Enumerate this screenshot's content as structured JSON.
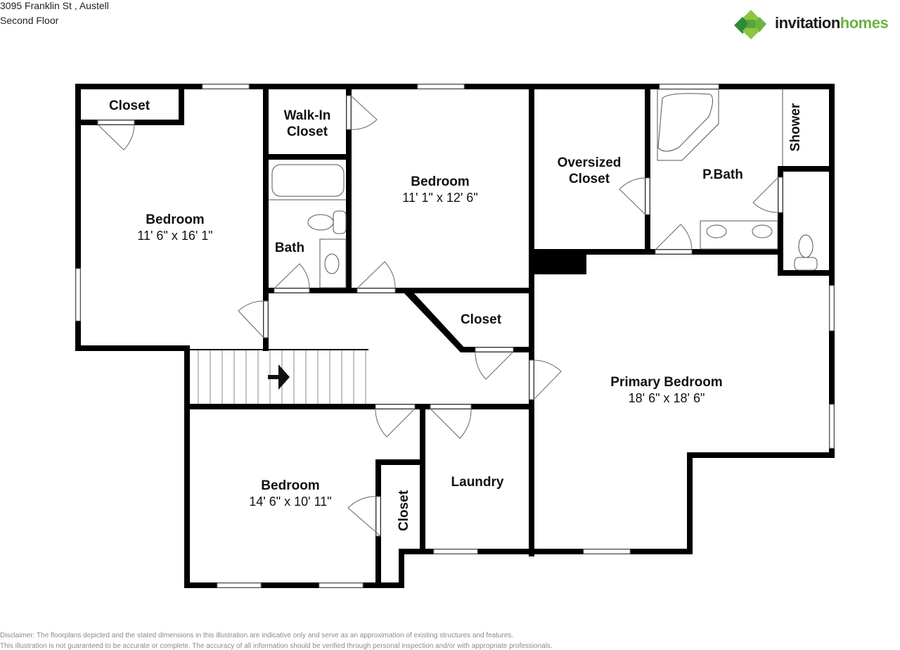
{
  "header": {
    "address": "3095 Franklin St , Austell",
    "floor": "Second Floor"
  },
  "logo": {
    "icon": "invitation-homes-logo-icon",
    "text_part1": "invitation",
    "text_part2": "homes",
    "colors": {
      "dark_green": "#2e8b3a",
      "light_green": "#6cb33f",
      "text_dark": "#1a1a1a"
    }
  },
  "rooms": [
    {
      "id": "closet-top-left",
      "name": "Closet",
      "dimensions": ""
    },
    {
      "id": "bedroom-left",
      "name": "Bedroom",
      "dimensions": "11' 6\" x 16' 1\""
    },
    {
      "id": "walk-in-closet",
      "name": "Walk-In",
      "name2": "Closet",
      "dimensions": ""
    },
    {
      "id": "bath",
      "name": "Bath",
      "dimensions": ""
    },
    {
      "id": "bedroom-middle",
      "name": "Bedroom",
      "dimensions": "11' 1\" x 12' 6\""
    },
    {
      "id": "oversized-closet",
      "name": "Oversized",
      "name2": "Closet",
      "dimensions": ""
    },
    {
      "id": "primary-bath",
      "name": "P.Bath",
      "dimensions": ""
    },
    {
      "id": "shower",
      "name": "Shower",
      "dimensions": ""
    },
    {
      "id": "hall-closet",
      "name": "Closet",
      "dimensions": ""
    },
    {
      "id": "primary-bedroom",
      "name": "Primary Bedroom",
      "dimensions": "18' 6\" x 18' 6\""
    },
    {
      "id": "bedroom-bottom",
      "name": "Bedroom",
      "dimensions": "14' 6\" x 10' 11\""
    },
    {
      "id": "closet-bottom",
      "name": "Closet",
      "dimensions": ""
    },
    {
      "id": "laundry",
      "name": "Laundry",
      "dimensions": ""
    }
  ],
  "disclaimer": {
    "line1": "Disclaimer: The floorplans depicted and the stated dimensions in this illustration are indicative only and serve as an approximation of existing structures and features.",
    "line2": "This illustration is not guaranteed to be accurate or complete. The accuracy of all information should be verified through personal inspection and/or with appropriate professionals."
  }
}
